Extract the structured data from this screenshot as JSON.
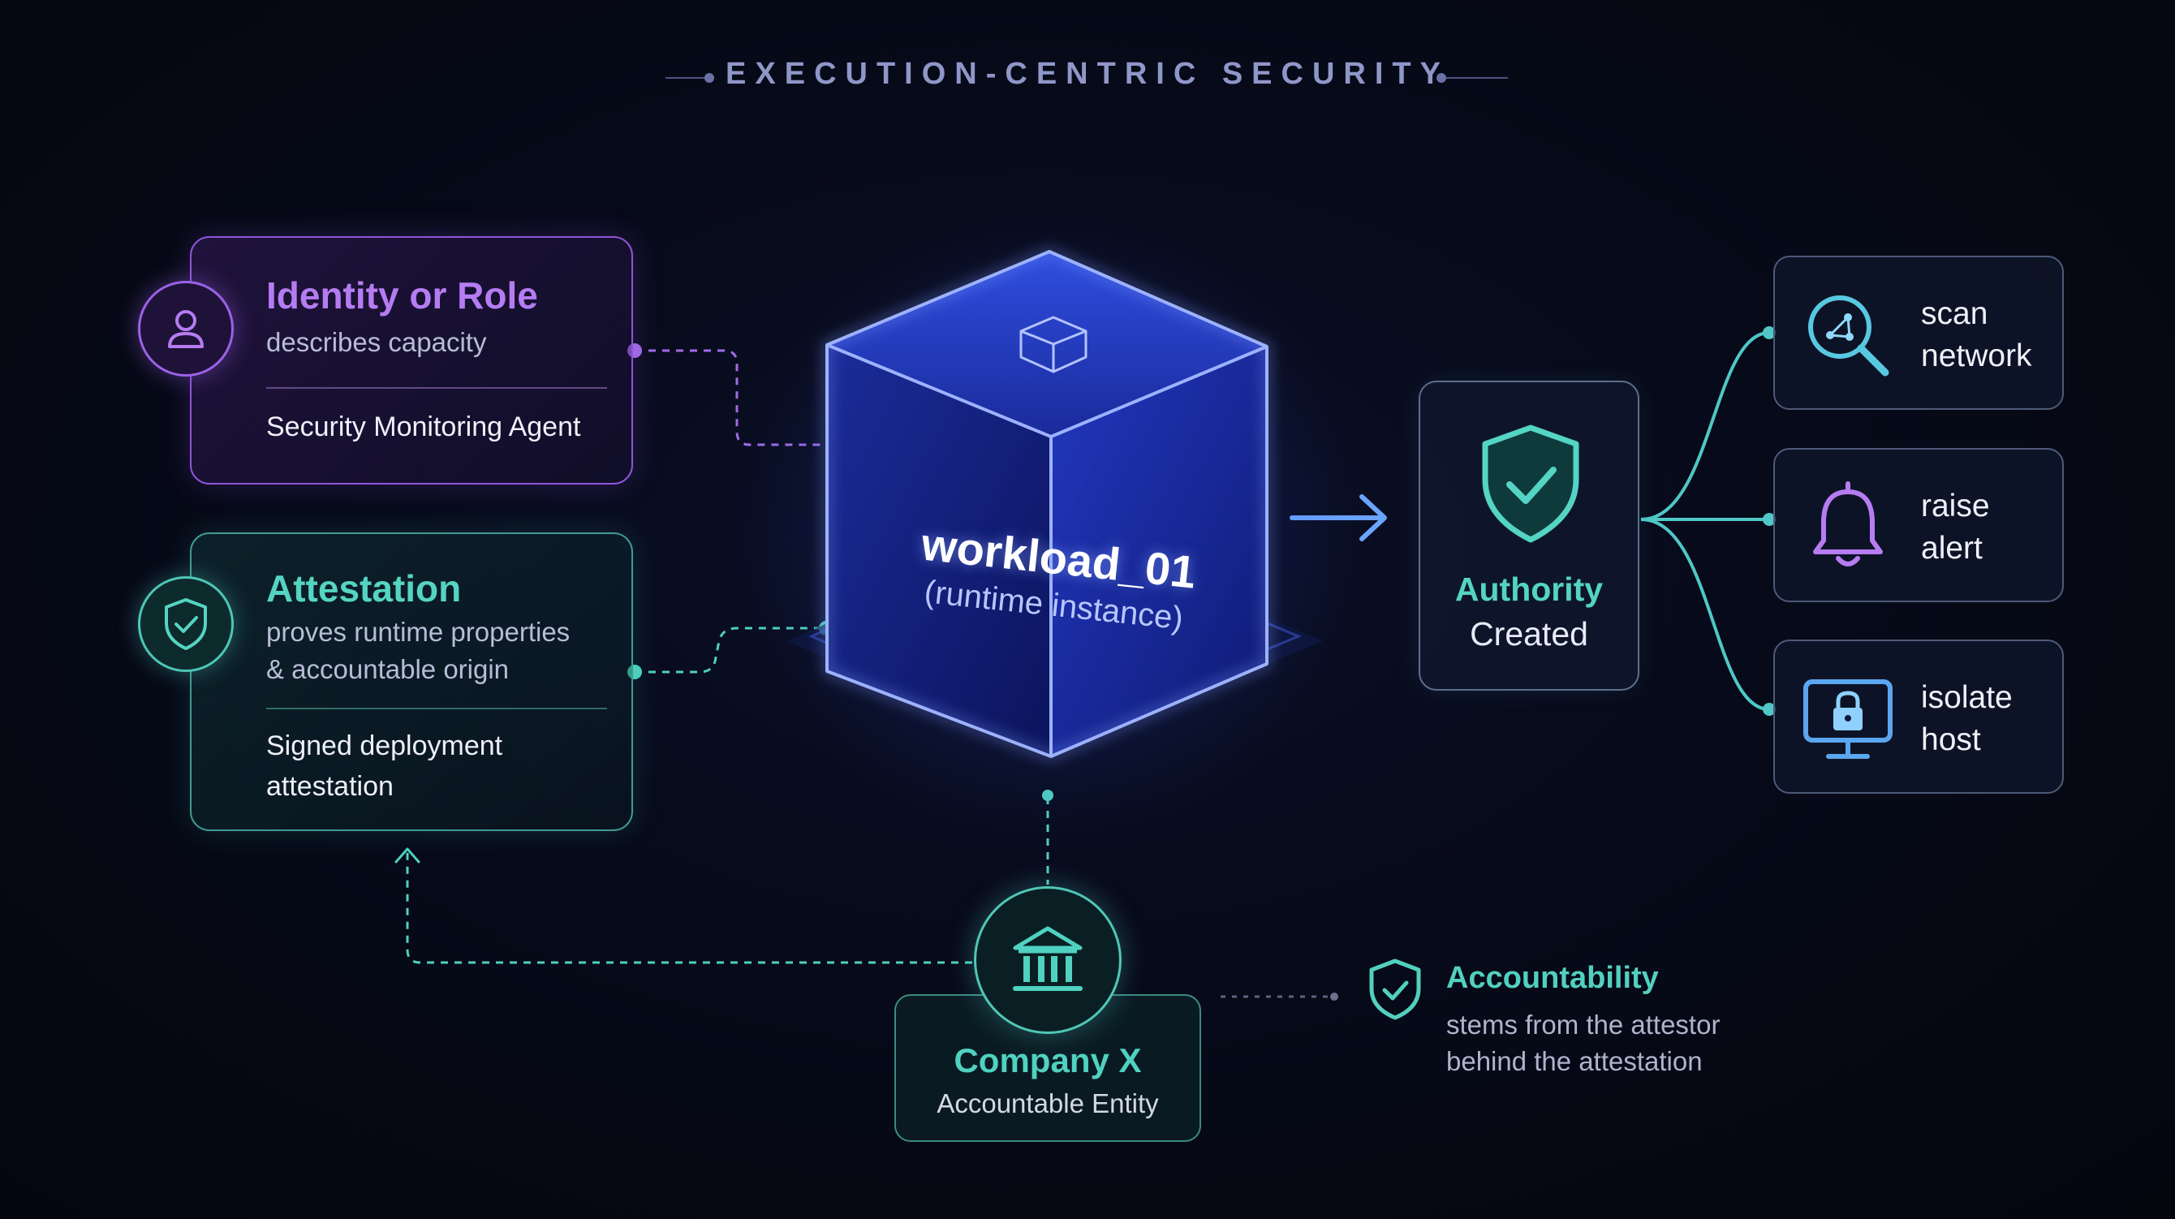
{
  "header": {
    "title": "EXECUTION-CENTRIC SECURITY"
  },
  "identity": {
    "title": "Identity or Role",
    "subtitle": "describes capacity",
    "detail": "Security Monitoring Agent",
    "icon": "user-icon",
    "color": "#a66cf0"
  },
  "attestation": {
    "title": "Attestation",
    "subtitle_line1": "proves runtime properties",
    "subtitle_line2": "& accountable origin",
    "detail_line1": "Signed deployment",
    "detail_line2": "attestation",
    "icon": "shield-check-icon",
    "color": "#4ed0bf"
  },
  "workload": {
    "name": "workload_01",
    "description": "(runtime instance)",
    "icon": "package-icon",
    "color": "#3f63ff"
  },
  "authority": {
    "line1": "Authority",
    "line2": "Created",
    "icon": "shield-check-icon"
  },
  "actions": [
    {
      "label": "scan\nnetwork",
      "icon": "search-network-icon"
    },
    {
      "label": "raise\nalert",
      "icon": "bell-icon"
    },
    {
      "label": "isolate\nhost",
      "icon": "monitor-lock-icon"
    }
  ],
  "company": {
    "name": "Company X",
    "role": "Accountable Entity",
    "icon": "bank-icon"
  },
  "accountability": {
    "title": "Accountability",
    "line1": "stems from the attestor",
    "line2": "behind the attestation",
    "icon": "shield-check-icon"
  }
}
